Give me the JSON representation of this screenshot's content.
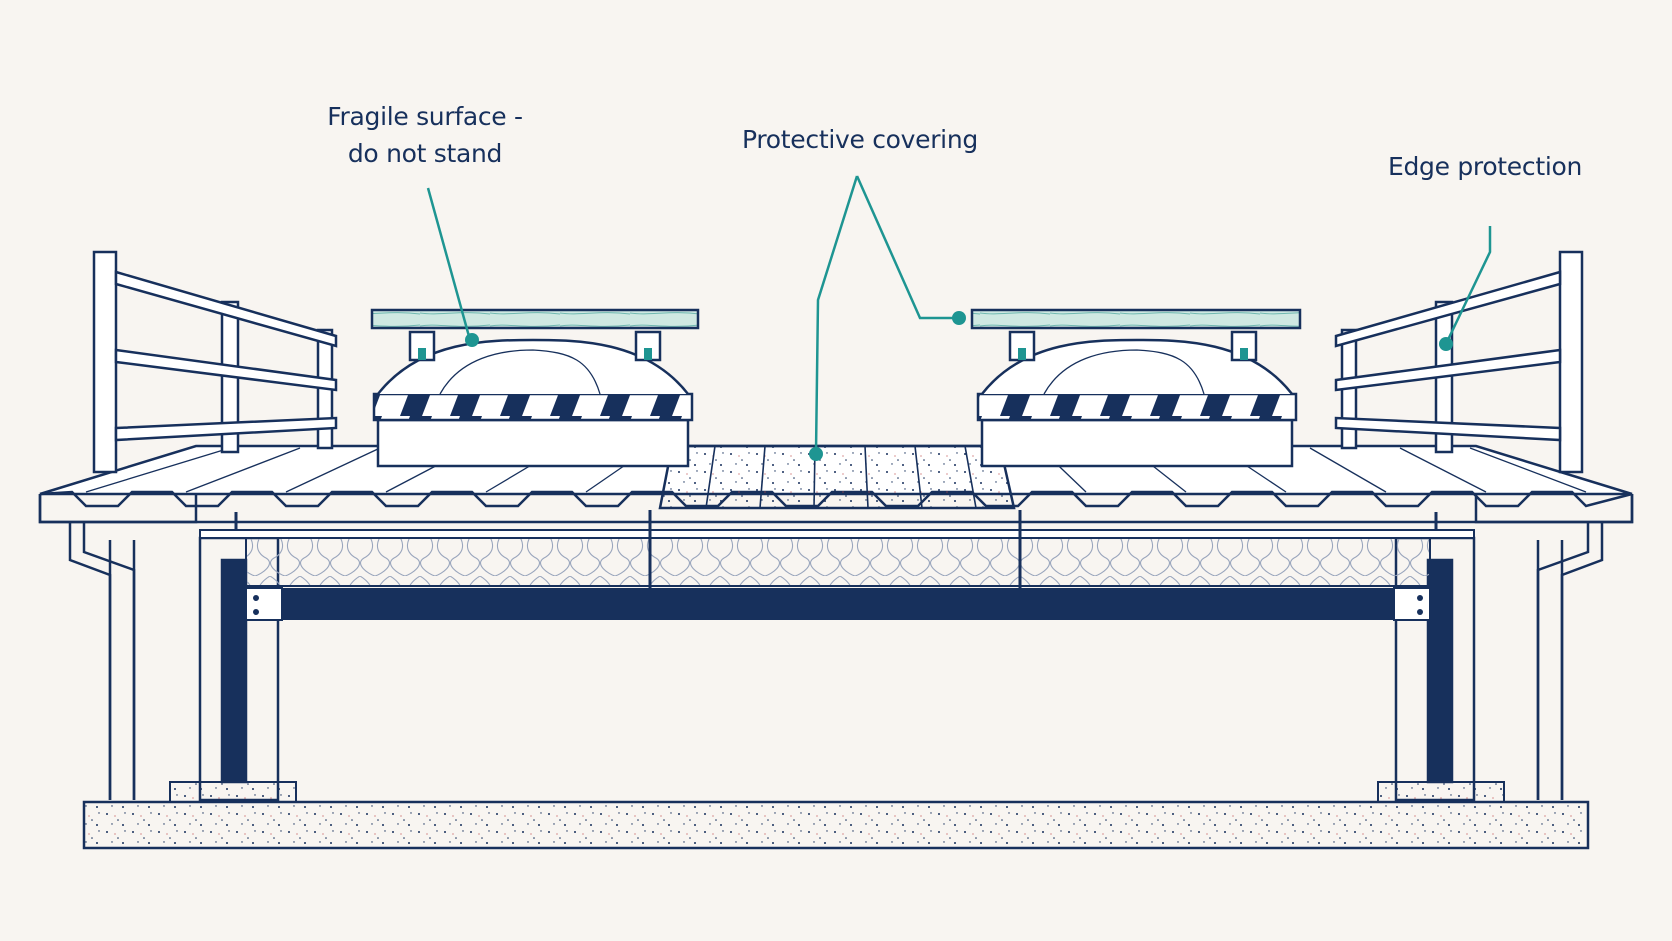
{
  "labels": {
    "fragile": {
      "line1": "Fragile surface -",
      "line2": "do not stand"
    },
    "covering": "Protective covering",
    "edge": "Edge protection"
  },
  "colors": {
    "ink": "#17305c",
    "callout": "#1e9592",
    "board": "#cfe8e2",
    "background": "#f8f5f1"
  }
}
